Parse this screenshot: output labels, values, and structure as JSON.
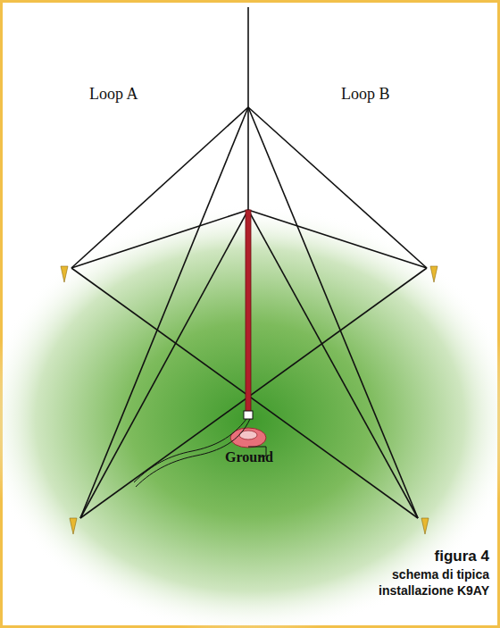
{
  "diagram": {
    "labels": [
      "Loop A",
      "Loop B",
      "Ground",
      "figura 4",
      "schema di tipica",
      "installazione K9AY"
    ]
  }
}
